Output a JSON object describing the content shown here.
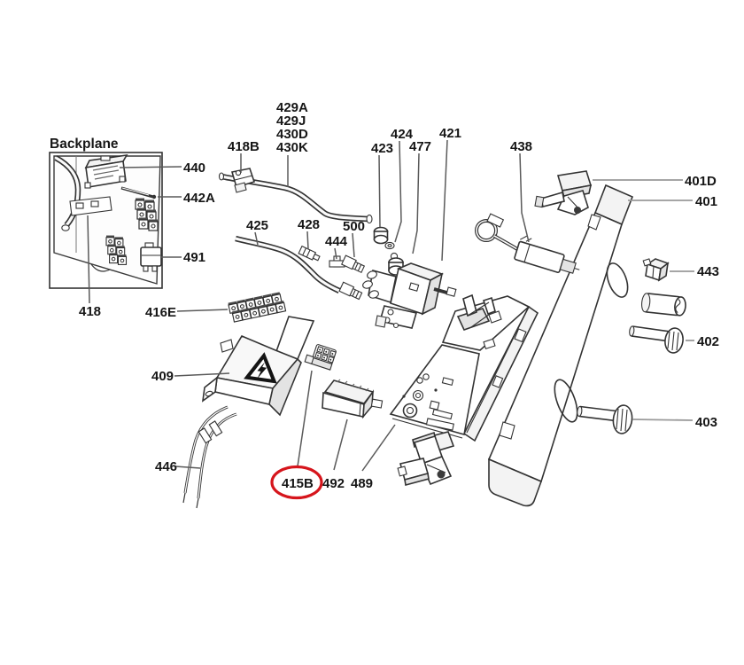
{
  "title": "Backplane",
  "highlight_color": "#d6151c",
  "highlighted_part": "415B",
  "labels": {
    "backplane": "Backplane",
    "p440": "440",
    "p442A": "442A",
    "p491": "491",
    "p418": "418",
    "p416E": "416E",
    "p429A": "429A",
    "p429J": "429J",
    "p430D": "430D",
    "p430K": "430K",
    "p418B": "418B",
    "p425": "425",
    "p428": "428",
    "p444": "444",
    "p500": "500",
    "p423": "423",
    "p424": "424",
    "p477": "477",
    "p421": "421",
    "p438": "438",
    "p401D": "401D",
    "p401": "401",
    "p443": "443",
    "p402": "402",
    "p403": "403",
    "p409": "409",
    "p446": "446",
    "p415B": "415B",
    "p492": "492",
    "p489": "489"
  }
}
